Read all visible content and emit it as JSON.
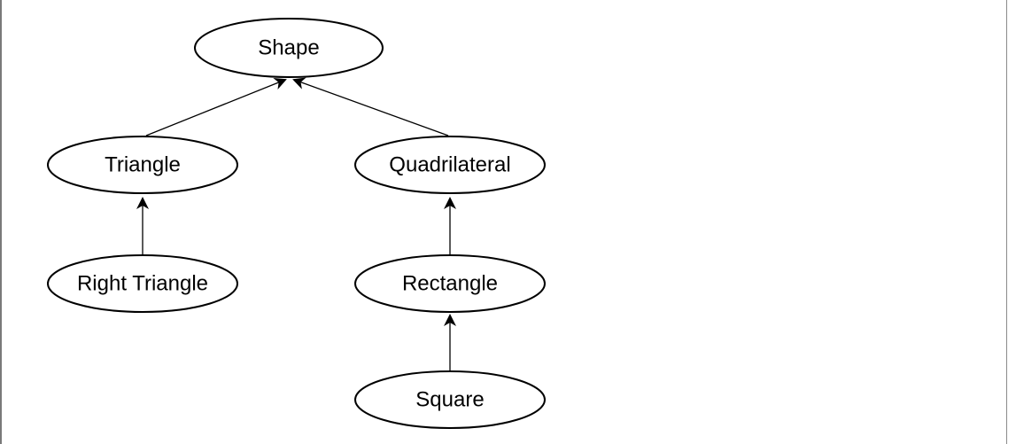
{
  "diagram": {
    "nodes": {
      "shape": "Shape",
      "triangle": "Triangle",
      "quadrilateral": "Quadrilateral",
      "right_triangle": "Right Triangle",
      "rectangle": "Rectangle",
      "square": "Square"
    },
    "edges": [
      {
        "from": "triangle",
        "to": "shape"
      },
      {
        "from": "quadrilateral",
        "to": "shape"
      },
      {
        "from": "right_triangle",
        "to": "triangle"
      },
      {
        "from": "rectangle",
        "to": "quadrilateral"
      },
      {
        "from": "square",
        "to": "rectangle"
      }
    ],
    "colors": {
      "stroke": "#000000",
      "fill": "#ffffff",
      "frame": "#7a7a7a"
    }
  }
}
